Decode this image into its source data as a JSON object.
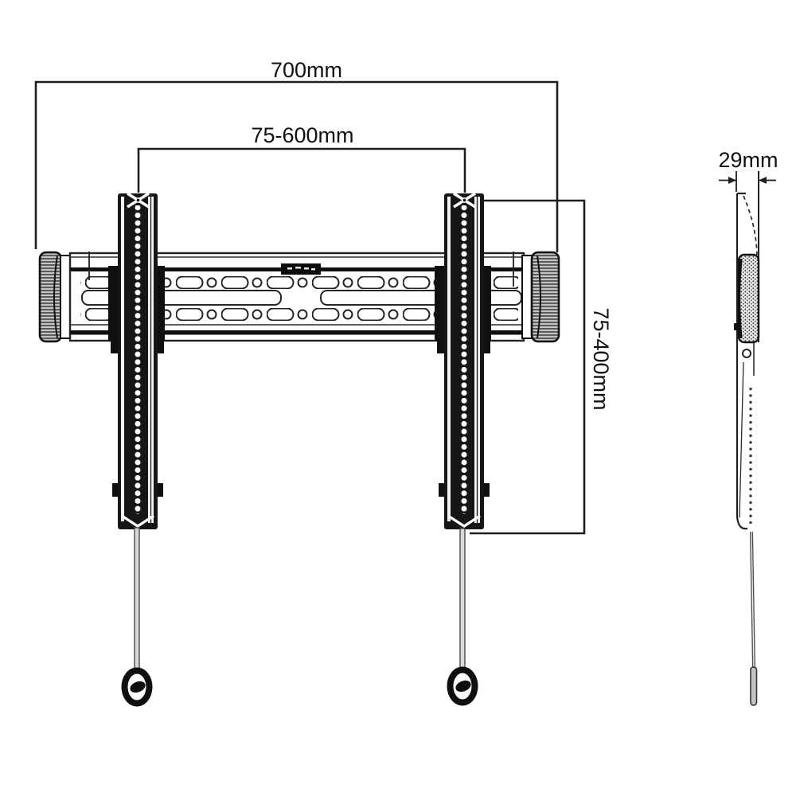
{
  "labels": {
    "overall_width": "700mm",
    "mount_width_range": "75-600mm",
    "mount_height_range": "75-400mm",
    "profile_depth": "29mm"
  },
  "colors": {
    "line": "#1f1f1f",
    "rail_fill": "#161616",
    "background": "#ffffff",
    "cord_fill": "#d9d9d9",
    "pull_tab_fill": "#c4c4c4"
  }
}
